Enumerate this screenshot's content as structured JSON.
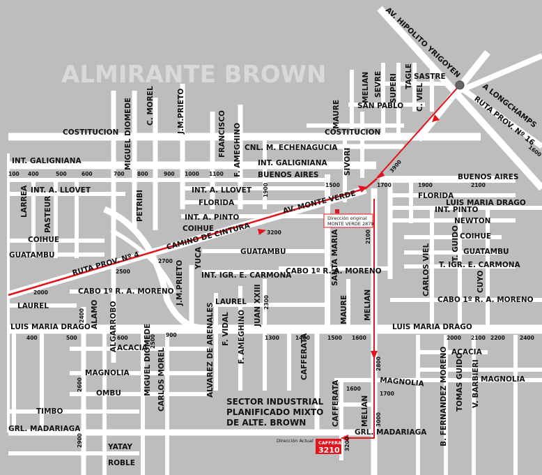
{
  "colors": {
    "background": "#bdbdbd",
    "roads": "#ffffff",
    "route": "#e3121b",
    "text": "#111111",
    "district": "#d9d9d9"
  },
  "district": "ALMIRANTE BROWN",
  "sector": [
    "SECTOR INDUSTRIAL",
    "PLANIFICADO MIXTO",
    "DE ALTE. BROWN"
  ],
  "streets": {
    "hipolito": "AV. HIPOLITO YRIGOYEN",
    "longchamps": "A LONGCHAMPS",
    "ruta16": "RUTA PROV. Nº 16",
    "ruta16_num": "1600",
    "sastre": "SASTRE",
    "melian": "MELIAN",
    "sevre": "SEVRE",
    "superi": "SUPERI",
    "tagle": "TAGLE",
    "c_viel": "C. VIEL",
    "san_pablo": "SAN PABLO",
    "maure": "MAURE",
    "c_morel": "C. MOREL",
    "jm_prieto": "J.M.PRIETO",
    "miguel_diomede": "MIGUEL DIOMEDE",
    "francisco": "FRANCISCO",
    "f_ameghino": "F. AMEGHINO",
    "costitucion": "COSTITUCION",
    "cnl_echenagucia": "CNL. M. ECHENAGUCIA",
    "int_galigniana": "INT. GALIGNIANA",
    "buenos_aires": "BUENOS AIRES",
    "sivori": "SIVORI",
    "larrea": "LARREA",
    "int_llovet": "INT. A. LLOVET",
    "pasteur": "PASTEUR",
    "petribi": "PETRIBI",
    "florida": "FLORIDA",
    "int_pinto": "INT. A. PINTO",
    "int_pinto2": "INT. PINTO",
    "coihue": "COIHUE",
    "guatambu": "GUATAMBU",
    "guatambu_w": "GUATAMBU",
    "av_monte_verde": "AV. MONTE VERDE",
    "camino_cintura": "CAMINO DE CINTURA",
    "ruta4": "RUTA PROV. Nº 4",
    "yuca": "YUCA",
    "int_carmona": "INT. IGR. E. CARMONA",
    "int_carmona_e": "T. IGR. E. CARMONA",
    "cabo_moreno": "CABO 1º R. A. MORENO",
    "santa_maria": "SANTA MARIA",
    "luis_maria_drago": "LUIS MARIA DRAGO",
    "newton": "NEWTON",
    "t_guido": "T. GUIDO",
    "carlos_viel": "CARLOS VIEL",
    "cuyo": "CUYO",
    "laurel": "LAUREL",
    "alamo": "ALAMO",
    "algarrobo": "ALGARROBO",
    "juan_xxiii": "JUAN XXIII",
    "f_vidal": "F. VIDAL",
    "alvarez_arenales": "ALVAREZ DE ARENALES",
    "acacia": "ACACIA",
    "magnolia": "MAGNOLIA",
    "ombu": "OMBU",
    "timbo": "TIMBO",
    "grl_madariaga": "GRL. MADARIAGA",
    "yatay": "YATAY",
    "roble": "ROBLE",
    "carlos_morel": "CARLOS MOREL",
    "cafferata": "CAFFERATA",
    "b_fernandez": "B. FERNANDEZ MORENO",
    "tomas_guido": "TOMAS GUIDO",
    "v_barbieri": "V. BARBIERI"
  },
  "numbers": {
    "row_galigniana": [
      "100",
      "400",
      "500",
      "600",
      "700",
      "800",
      "900",
      "1000",
      "1100"
    ],
    "row_drago_w": [
      "400",
      "500",
      "600",
      "900"
    ],
    "row_drago_e": [
      "1300",
      "1400",
      "1500",
      "1600",
      "2000",
      "2100",
      "2200",
      "2400"
    ],
    "n1500": "1500",
    "n1700a": "1700",
    "n1900a": "1900",
    "n2100a": "2100",
    "n1900b": "1900",
    "n2100b": "2100",
    "n3900": "3900",
    "n3200": "3200",
    "n2700": "2700",
    "n2500": "2500",
    "n2000": "2000",
    "n2300": "2300",
    "n2400": "2400",
    "n2500b": "2500",
    "n2600": "2600",
    "n2900": "2900",
    "n2800": "2800",
    "n3000": "3000",
    "n1600": "1600",
    "n1700": "1700",
    "n3200b": "3200"
  },
  "markers": {
    "orig_label": "Dirección original",
    "orig_value": "MONTE VERDE 2879",
    "actual_label": "Dirección Actual",
    "actual_street": "CAFFERATA",
    "actual_number": "3210"
  }
}
